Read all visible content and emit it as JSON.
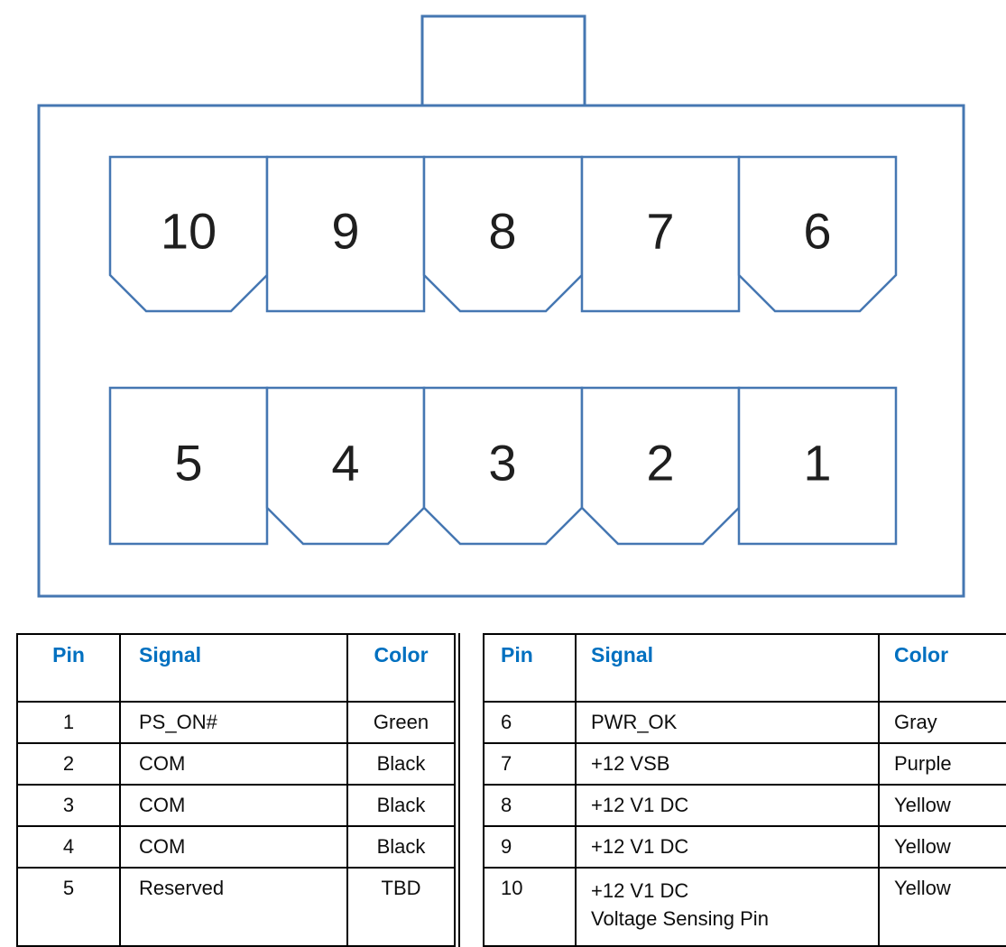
{
  "colors": {
    "diagram_stroke": "#4577b2",
    "header_text": "#0070C0",
    "table_border": "#000000",
    "pin_number_text": "#1f1f1f"
  },
  "connector": {
    "description": "10-pin power connector, mating face view with latch tab on top",
    "top_row": [
      {
        "label": "10"
      },
      {
        "label": "9"
      },
      {
        "label": "8"
      },
      {
        "label": "7"
      },
      {
        "label": "6"
      }
    ],
    "bottom_row": [
      {
        "label": "5"
      },
      {
        "label": "4"
      },
      {
        "label": "3"
      },
      {
        "label": "2"
      },
      {
        "label": "1"
      }
    ]
  },
  "table": {
    "headers": {
      "pin": "Pin",
      "signal": "Signal",
      "color": "Color"
    },
    "left_rows": [
      {
        "pin": "1",
        "signal": "PS_ON#",
        "color": "Green"
      },
      {
        "pin": "2",
        "signal": "COM",
        "color": "Black"
      },
      {
        "pin": "3",
        "signal": "COM",
        "color": "Black"
      },
      {
        "pin": "4",
        "signal": "COM",
        "color": "Black"
      },
      {
        "pin": "5",
        "signal": "Reserved",
        "color": "TBD"
      }
    ],
    "right_rows": [
      {
        "pin": "6",
        "signal": "PWR_OK",
        "signal_line2": "",
        "color": "Gray"
      },
      {
        "pin": "7",
        "signal": "+12 VSB",
        "signal_line2": "",
        "color": "Purple"
      },
      {
        "pin": "8",
        "signal": "+12 V1 DC",
        "signal_line2": "",
        "color": "Yellow"
      },
      {
        "pin": "9",
        "signal": "+12 V1 DC",
        "signal_line2": "",
        "color": "Yellow"
      },
      {
        "pin": "10",
        "signal": "+12 V1 DC",
        "signal_line2": "Voltage Sensing Pin",
        "color": "Yellow"
      }
    ]
  }
}
